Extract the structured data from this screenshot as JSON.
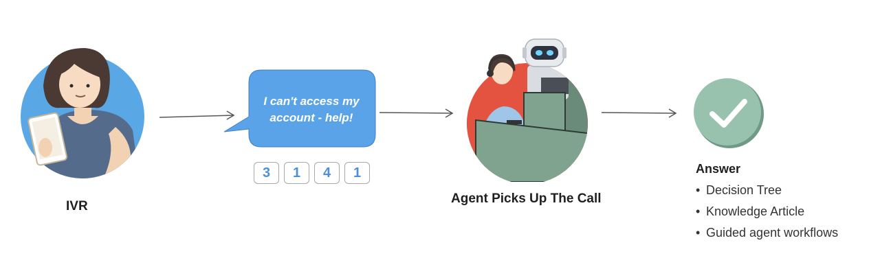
{
  "caller": {
    "label": "IVR"
  },
  "message": {
    "line1": "I can't access my",
    "line2": "account - help!"
  },
  "keypad": {
    "digits": [
      "3",
      "1",
      "4",
      "1"
    ]
  },
  "agent": {
    "label": "Agent Picks Up The Call"
  },
  "answer": {
    "title": "Answer",
    "items": [
      "Decision Tree",
      "Knowledge Article",
      "Guided agent workflows"
    ]
  },
  "colors": {
    "caller_circle": "#5aa7e6",
    "bubble": "#5ba3e8",
    "digit_text": "#4d8fd9",
    "agent_bg": "#e4533f",
    "desk": "#7fa38e",
    "check_circle": "#98c2ae"
  }
}
